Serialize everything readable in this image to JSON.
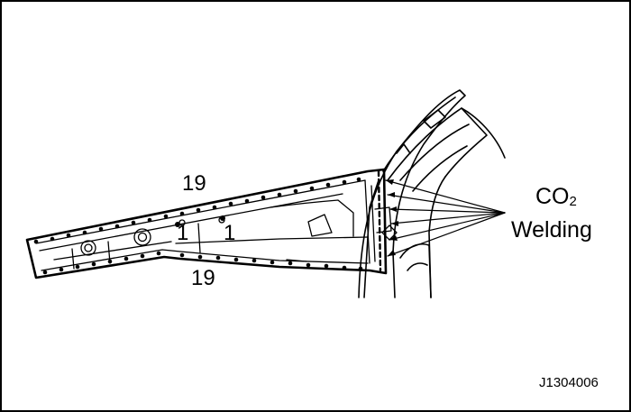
{
  "labels": {
    "weld_count_top": "19",
    "weld_count_bottom": "19",
    "part_count_left": "1",
    "part_count_right": "1",
    "co2_main": "CO",
    "co2_sub": "2",
    "welding": "Welding",
    "figure_id": "J1304006"
  },
  "colors": {
    "line": "#000000",
    "background": "#ffffff"
  }
}
